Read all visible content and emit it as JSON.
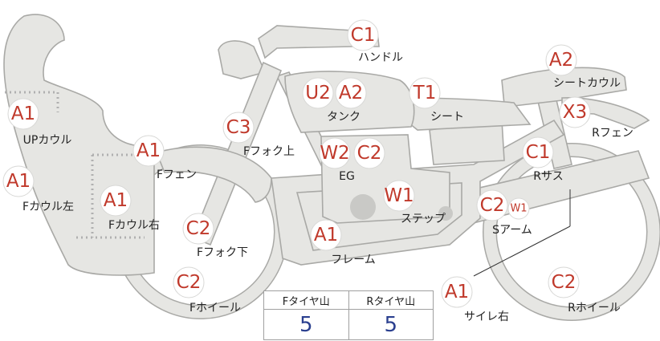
{
  "part_labels": {
    "handle": "ハンドル",
    "seat_cowl": "シートカウル",
    "up_cowl": "UPカウル",
    "tank": "タンク",
    "seat": "シート",
    "r_fender": "Rフェン",
    "f_fork_upper": "Fフォク上",
    "f_fender": "Fフェン",
    "eg": "EG",
    "r_sus": "Rサス",
    "f_cowl_left": "Fカウル左",
    "f_cowl_right": "Fカウル右",
    "step": "ステップ",
    "s_arm": "Sアーム",
    "f_fork_lower": "Fフォク下",
    "frame": "フレーム",
    "f_wheel": "Fホイール",
    "r_wheel": "Rホイール",
    "side_cover_right": "サイレ右"
  },
  "grades": {
    "handle": "C1",
    "seat_cowl": "A2",
    "up_cowl": "A1",
    "tank_1": "U2",
    "tank_2": "A2",
    "seat": "T1",
    "r_fender": "X3",
    "f_fork_upper": "C3",
    "f_fender": "A1",
    "eg_1": "W2",
    "eg_2": "C2",
    "r_sus": "C1",
    "f_cowl_left": "A1",
    "f_cowl_right": "A1",
    "step": "W1",
    "s_arm_1": "C2",
    "s_arm_2": "W1",
    "f_fork_lower": "C2",
    "frame": "A1",
    "f_wheel": "C2",
    "r_wheel": "C2",
    "side_cover_right": "A1"
  },
  "tread_table": {
    "headers": [
      "Fタイヤ山",
      "Rタイヤ山"
    ],
    "values": [
      "5",
      "5"
    ]
  },
  "colors": {
    "grade_text": "#c0392b",
    "tread_value": "#2a3f8f",
    "part_fill": "#e6e6e3",
    "part_stroke": "#a9a9a6"
  }
}
